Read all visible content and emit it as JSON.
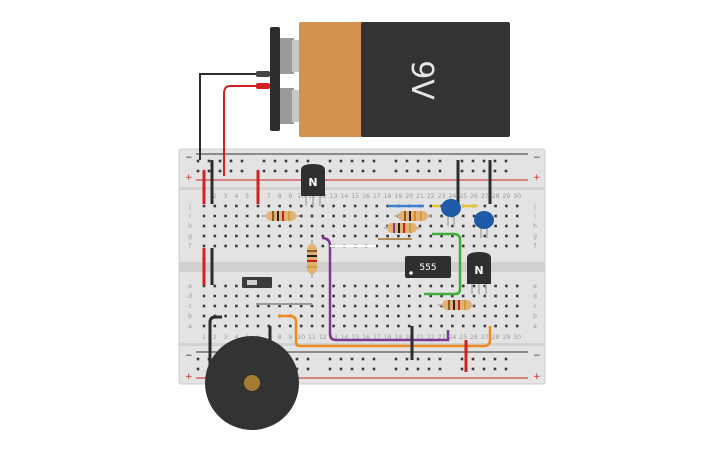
{
  "battery": {
    "label": "9V",
    "body_color": "#333333",
    "cap_color": "#d4904f"
  },
  "breadboard": {
    "rail_minus": "−",
    "rail_plus": "+",
    "row_letters_top": [
      "j",
      "i",
      "h",
      "g",
      "f"
    ],
    "row_letters_bottom": [
      "e",
      "d",
      "c",
      "b",
      "a"
    ],
    "columns": [
      "1",
      "2",
      "3",
      "4",
      "5",
      "6",
      "7",
      "8",
      "9",
      "10",
      "11",
      "12",
      "13",
      "14",
      "15",
      "16",
      "17",
      "18",
      "19",
      "20",
      "21",
      "22",
      "23",
      "24",
      "25",
      "26",
      "27",
      "28",
      "29",
      "30"
    ],
    "colors": {
      "board": "#e6e6e6",
      "hole": "#3a3a3a",
      "red_line": "#cc2222",
      "dark_line": "#333333"
    }
  },
  "components": {
    "timer_ic": {
      "label": "555"
    },
    "transistor_1": {
      "label": "N"
    },
    "transistor_2": {
      "label": "N"
    },
    "buzzer": {
      "name": "piezo-buzzer"
    }
  },
  "wire_colors": {
    "red": "#d42020",
    "black": "#2d2d2d",
    "purple": "#7b3a96",
    "orange": "#ee8a1c",
    "green": "#3fae3c",
    "blue": "#3d7fd1",
    "yellow": "#e8c62d"
  }
}
